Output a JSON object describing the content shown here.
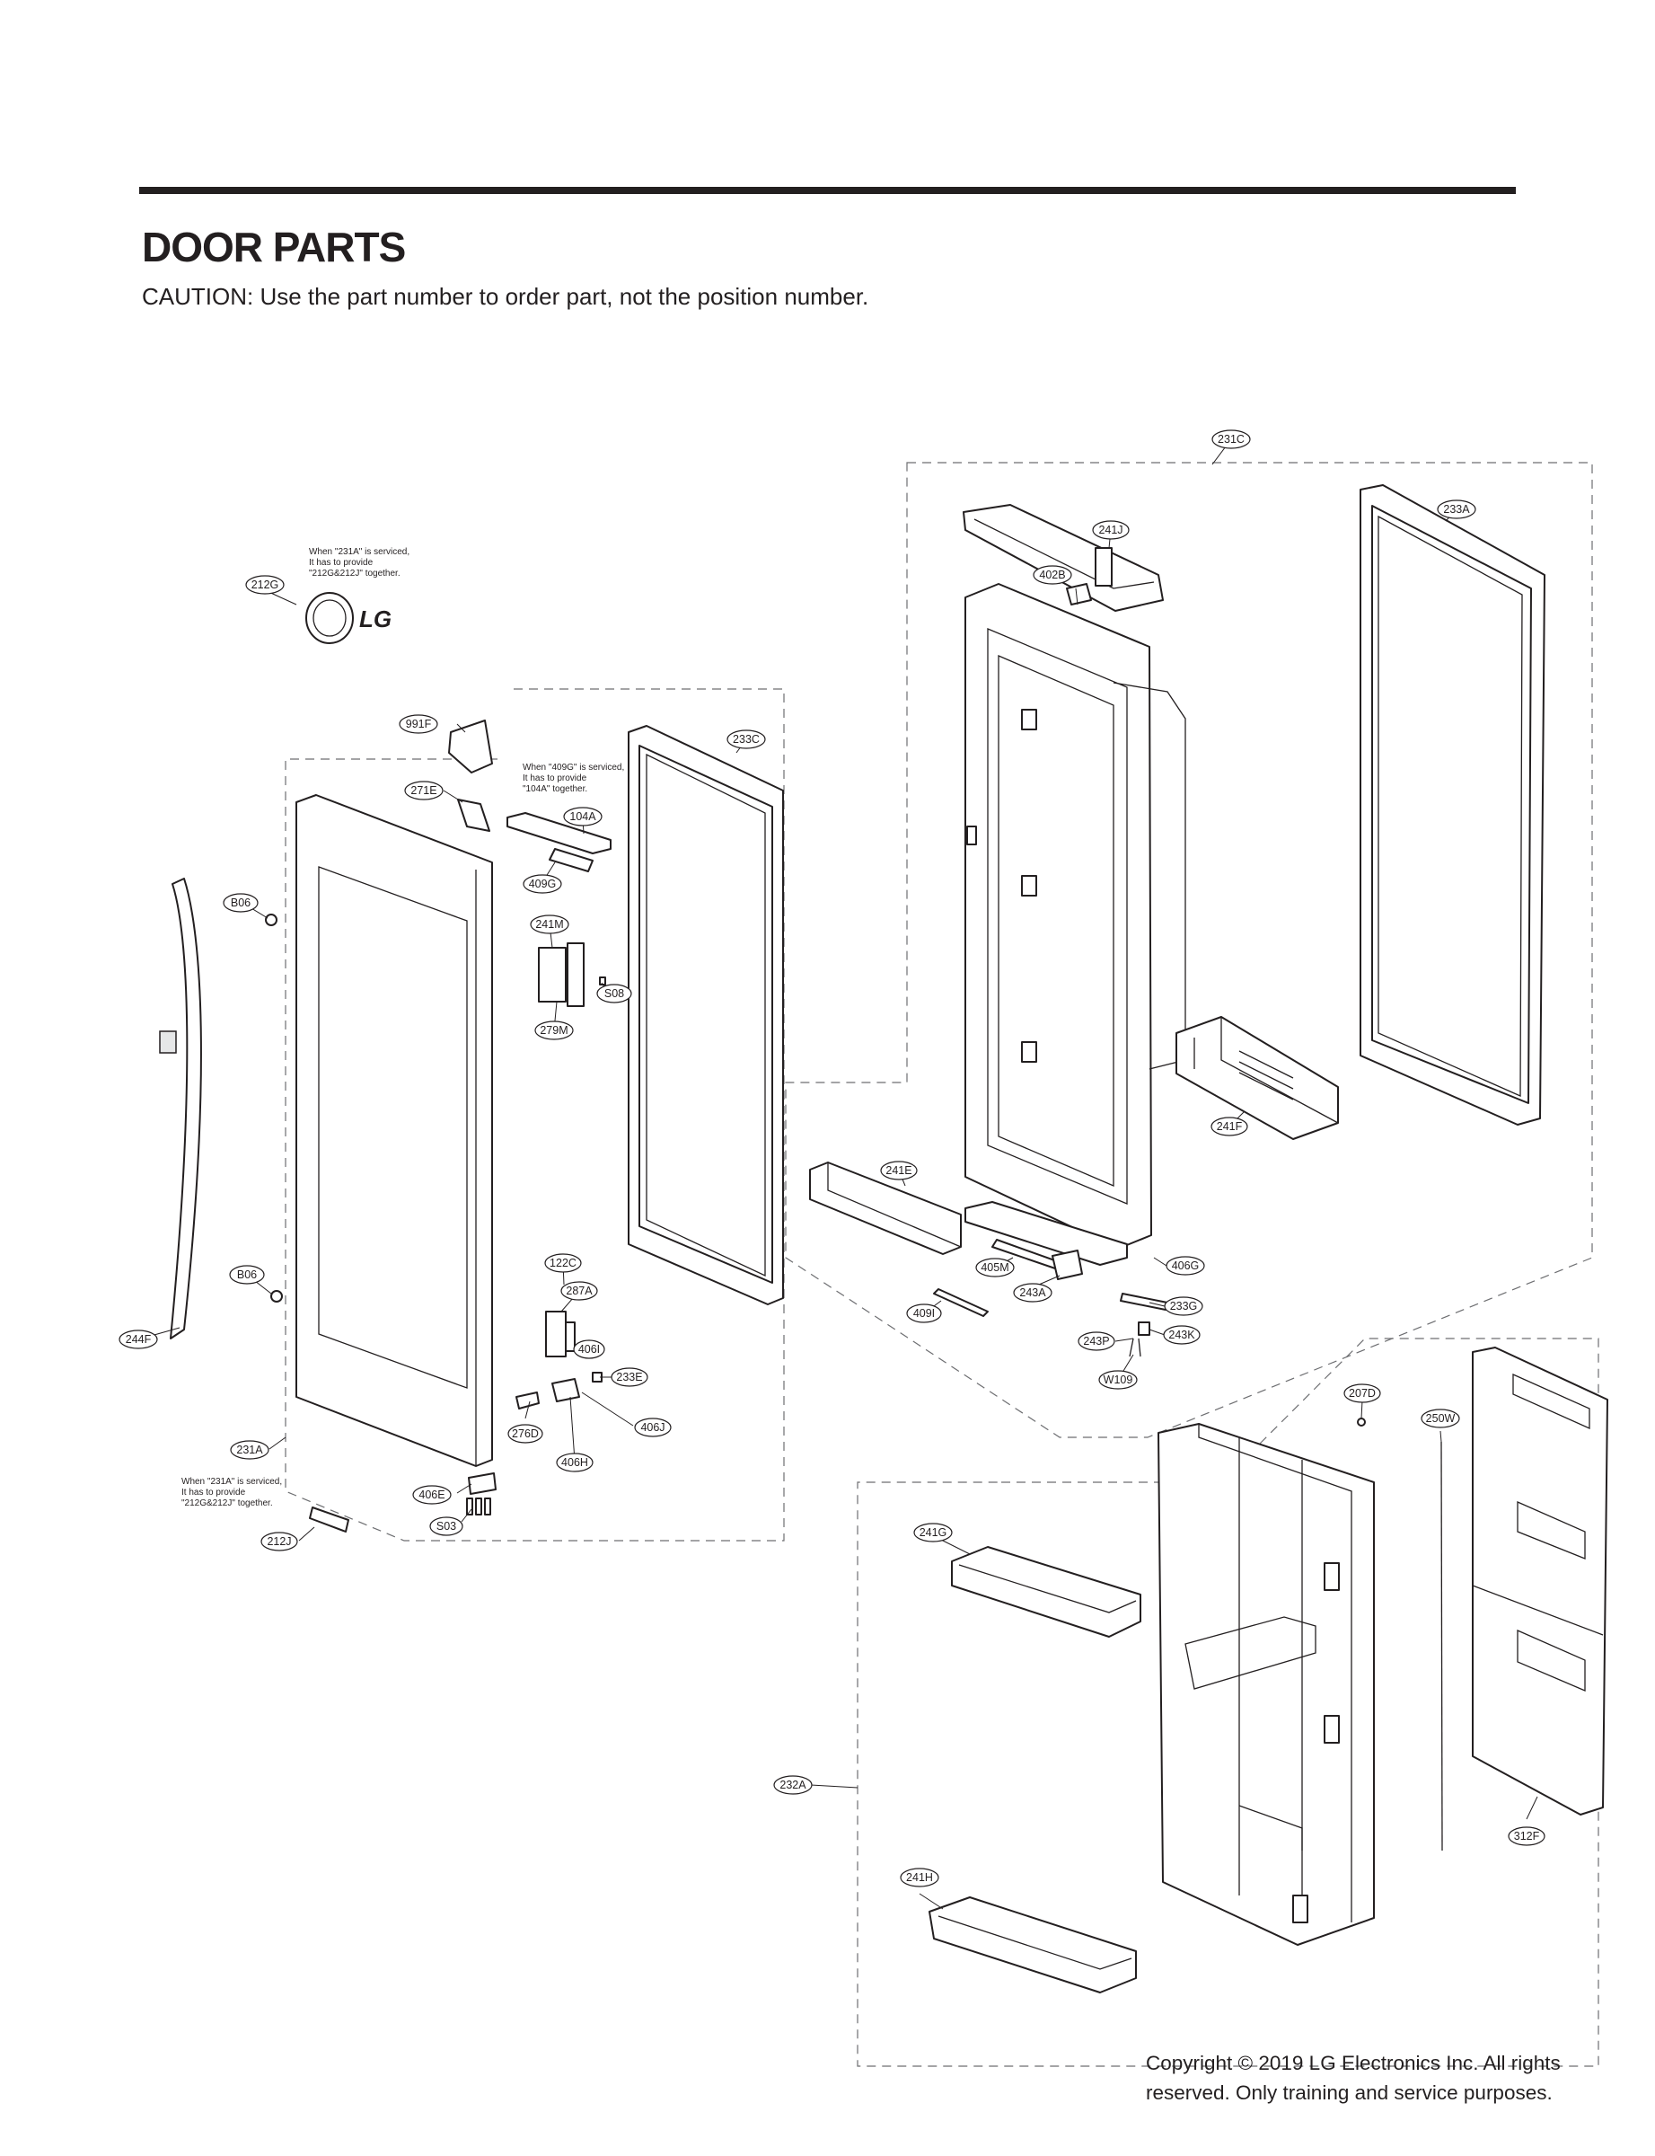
{
  "header": {
    "title": "DOOR PARTS",
    "caution": "CAUTION: Use the part number to order part, not the position number."
  },
  "notes": {
    "top_note": [
      "When \"231A\" is serviced,",
      "It has to provide",
      "\"212G&212J\" together."
    ],
    "middle_note": [
      "When \"409G\" is serviced,",
      "It has to provide",
      "\"104A\" together."
    ],
    "bottom_note": [
      "When \"231A\" is serviced,",
      "It has to provide",
      "\"212G&212J\" together."
    ]
  },
  "logo": "LG",
  "labels": {
    "l231C": "231C",
    "l233A": "233A",
    "l241J": "241J",
    "l402B": "402B",
    "l212G": "212G",
    "l991F": "991F",
    "l233C": "233C",
    "l271E": "271E",
    "l104A": "104A",
    "l409G": "409G",
    "lB06a": "B06",
    "l241M": "241M",
    "lS08": "S08",
    "l279M": "279M",
    "l241F": "241F",
    "l241E": "241E",
    "l122C": "122C",
    "l287A": "287A",
    "l405M": "405M",
    "l406G": "406G",
    "l243A": "243A",
    "l233G": "233G",
    "l409I": "409I",
    "l243K": "243K",
    "l243P": "243P",
    "lB06b": "B06",
    "l244F": "244F",
    "l406I": "406I",
    "l233E": "233E",
    "lW109": "W109",
    "l207D": "207D",
    "l250W": "250W",
    "l276D": "276D",
    "l406J": "406J",
    "l231A": "231A",
    "l406H": "406H",
    "l406E": "406E",
    "lS03": "S03",
    "l212J": "212J",
    "l241G": "241G",
    "l232A": "232A",
    "l312F": "312F",
    "l241H": "241H"
  },
  "footer": {
    "copyright_line1": "Copyright © 2019  LG Electronics Inc. All rights",
    "copyright_line2": "reserved. Only training and service purposes."
  }
}
